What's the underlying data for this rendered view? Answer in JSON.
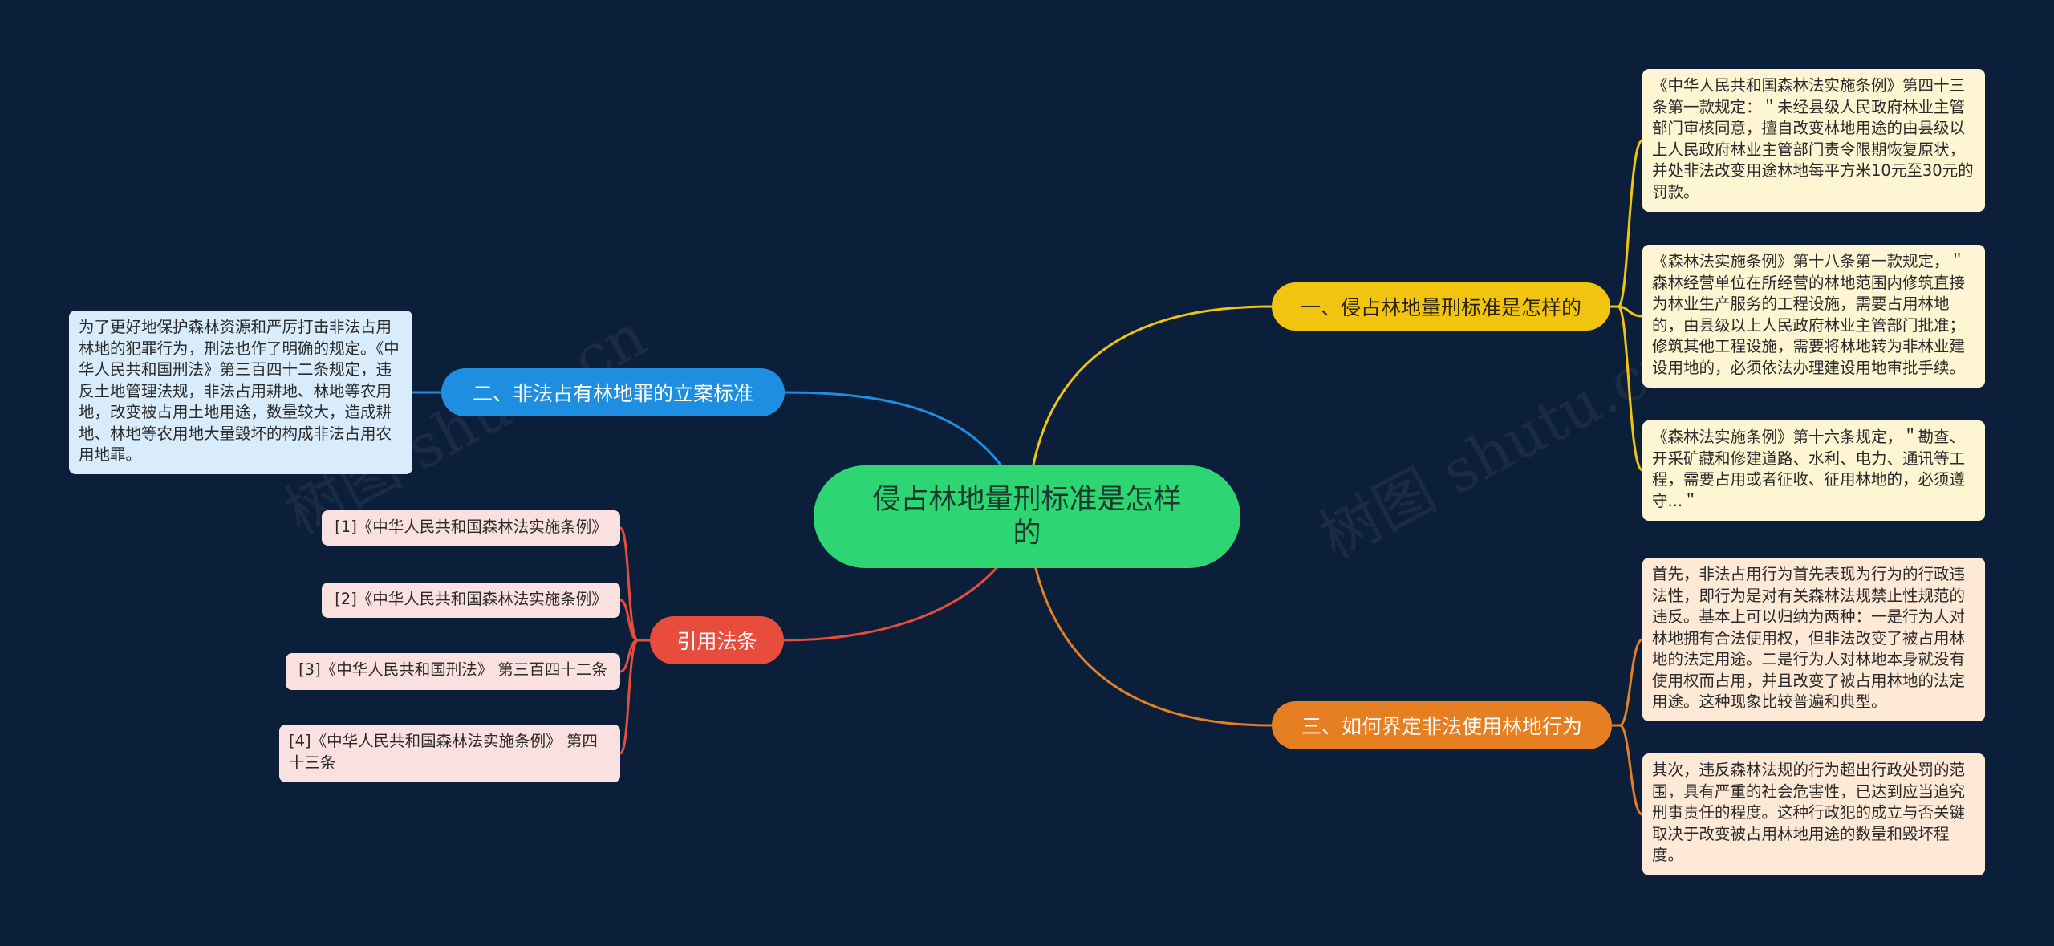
{
  "root": {
    "label": "侵占林地量刑标准是怎样的"
  },
  "branches": [
    {
      "label": "一、侵占林地量刑标准是怎样的",
      "color": "#f1c40f"
    },
    {
      "label": "二、非法占有林地罪的立案标准",
      "color": "#1e8fe0"
    },
    {
      "label": "引用法条",
      "color": "#e74c3c"
    },
    {
      "label": "三、如何界定非法使用林地行为",
      "color": "#e67e22"
    }
  ],
  "leaves": {
    "b1": [
      "《中华人民共和国森林法实施条例》第四十三条第一款规定：＂未经县级人民政府林业主管部门审核同意，擅自改变林地用途的由县级以上人民政府林业主管部门责令限期恢复原状，并处非法改变用途林地每平方米10元至30元的罚款。",
      "《森林法实施条例》第十八条第一款规定，＂森林经营单位在所经营的林地范围内修筑直接为林业生产服务的工程设施，需要占用林地的，由县级以上人民政府林业主管部门批准；修筑其他工程设施，需要将林地转为非林业建设用地的，必须依法办理建设用地审批手续。",
      "《森林法实施条例》第十六条规定，＂勘查、开采矿藏和修建道路、水利、电力、通讯等工程，需要占用或者征收、征用林地的，必须遵守...＂"
    ],
    "b2": [
      "为了更好地保护森林资源和严厉打击非法占用林地的犯罪行为，刑法也作了明确的规定。《中华人民共和国刑法》第三百四十二条规定，违反土地管理法规，非法占用耕地、林地等农用地，改变被占用土地用途，数量较大，造成耕地、林地等农用地大量毁坏的构成非法占用农用地罪。"
    ],
    "b3": [
      "[1]《中华人民共和国森林法实施条例》",
      "[2]《中华人民共和国森林法实施条例》",
      "[3]《中华人民共和国刑法》 第三百四十二条",
      "[4]《中华人民共和国森林法实施条例》 第四十三条"
    ],
    "b4": [
      "首先，非法占用行为首先表现为行为的行政违法性，即行为是对有关森林法规禁止性规范的违反。基本上可以归纳为两种：一是行为人对林地拥有合法使用权，但非法改变了被占用林地的法定用途。二是行为人对林地本身就没有使用权而占用，并且改变了被占用林地的法定用途。这种现象比较普遍和典型。",
      "其次，违反森林法规的行为超出行政处罚的范围，具有严重的社会危害性，已达到应当追究刑事责任的程度。这种行政犯的成立与否关键取决于改变被占用林地用途的数量和毁坏程度。"
    ]
  },
  "watermarks": [
    "树图 shutu.cn",
    "树图 shutu.cn"
  ],
  "colors": {
    "background": "#0c1f3a",
    "root": "#2ed573"
  }
}
